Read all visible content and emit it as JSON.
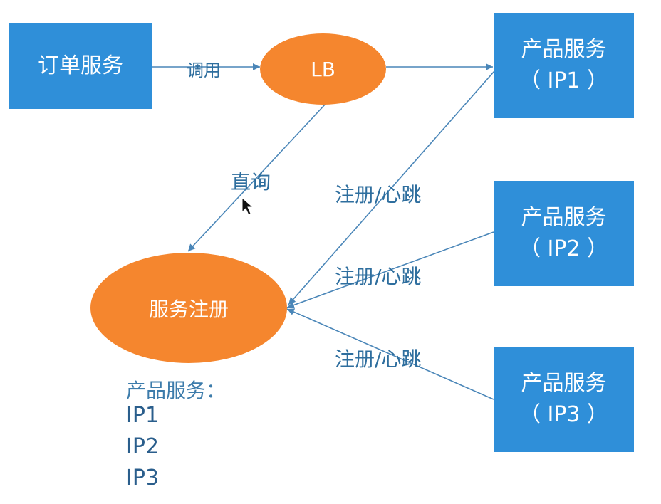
{
  "nodes": {
    "order_service": "订单服务",
    "lb": "LB",
    "registry": "服务注册",
    "product1": {
      "title": "产品服务",
      "ip": "（ IP1 ）"
    },
    "product2": {
      "title": "产品服务",
      "ip": "（ IP2 ）"
    },
    "product3": {
      "title": "产品服务",
      "ip": "（ IP3 ）"
    }
  },
  "edges": {
    "call": "调用",
    "query": "直询",
    "register1": "注册/心跳",
    "register2": "注册/心跳",
    "register3": "注册/心跳"
  },
  "registry_list": {
    "title": "产品服务：",
    "items": [
      "IP1",
      "IP2",
      "IP3"
    ]
  },
  "colors": {
    "box": "#2f8fd9",
    "ellipse": "#f5862e",
    "line": "#4a86b8"
  }
}
